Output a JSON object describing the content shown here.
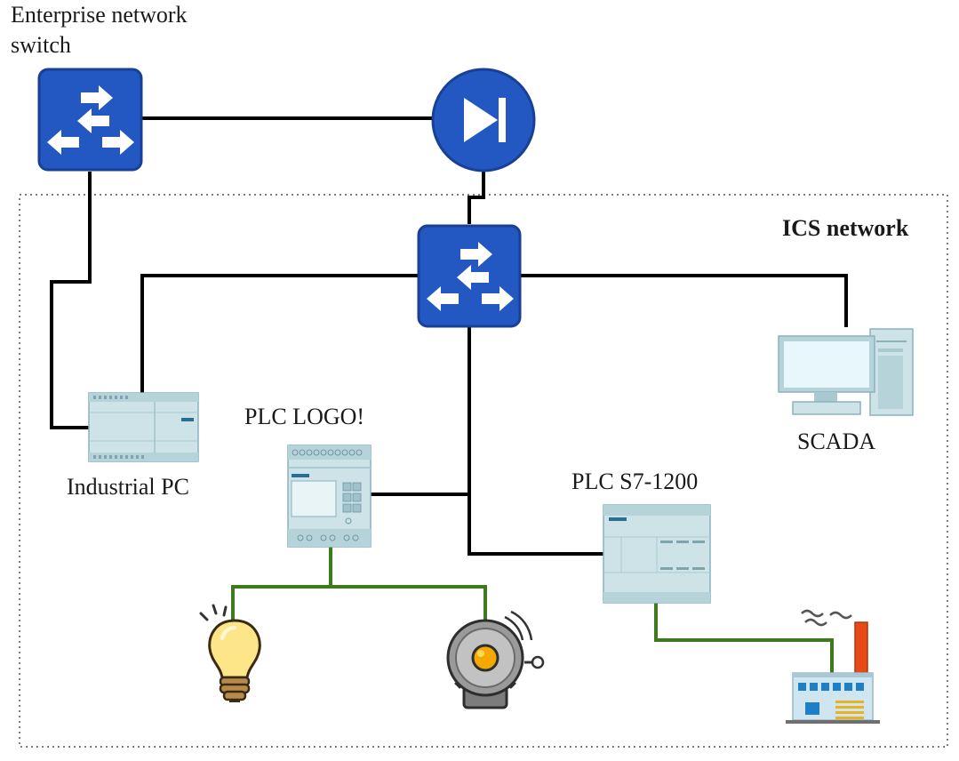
{
  "labels": {
    "enterprise_switch": [
      "Enterprise network",
      "switch"
    ],
    "ics_network": "ICS network",
    "industrial_pc": "Industrial PC",
    "plc_logo": "PLC LOGO!",
    "plc_s7": "PLC S7-1200",
    "scada": "SCADA"
  },
  "colors": {
    "switch_blue": "#2358c2",
    "switch_border": "#174096",
    "ethernet_cable": "#000000",
    "field_wire": "#3d7a1c",
    "plc_body": "#cde3e8",
    "boundary": "#555555"
  },
  "icons": [
    "switch-icon",
    "firewall-icon",
    "plc-icon",
    "monitor-icon",
    "lightbulb-icon",
    "alarm-bell-icon",
    "factory-icon"
  ]
}
